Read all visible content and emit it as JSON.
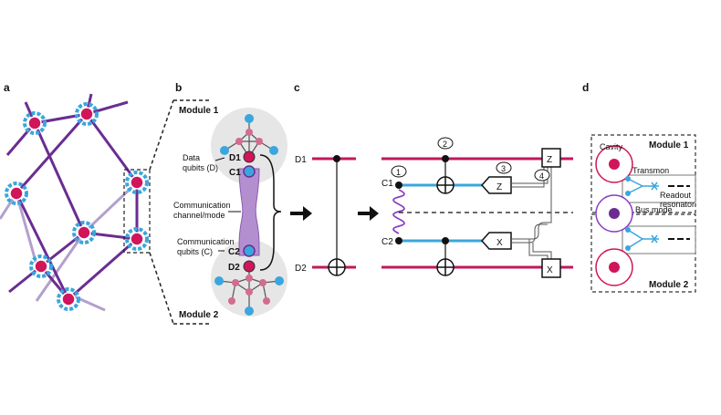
{
  "panels": {
    "a": "a",
    "b": "b",
    "c": "c",
    "d": "d"
  },
  "panel_b": {
    "module1": "Module 1",
    "module2": "Module 2",
    "data_qubits": [
      "Data",
      "qubits (D)"
    ],
    "comm_channel": [
      "Communication",
      "channel/mode"
    ],
    "comm_qubits": [
      "Communication",
      "qubits (C)"
    ],
    "d1": "D1",
    "c1": "C1",
    "c2": "C2",
    "d2": "D2"
  },
  "panel_c": {
    "d1": "D1",
    "d2": "D2",
    "c1": "C1",
    "c2": "C2",
    "steps": [
      "1",
      "2",
      "3",
      "4"
    ],
    "gates": {
      "z_mid": "Z",
      "x_mid": "X",
      "z_right": "Z",
      "x_right": "X"
    }
  },
  "panel_d": {
    "module1": "Module 1",
    "module2": "Module 2",
    "cavity": "Cavity",
    "transmon": "Transmon",
    "readout": [
      "Readout",
      "resonator"
    ],
    "bus_mode": "Bus mode"
  },
  "colors": {
    "magenta": "#d0155a",
    "purple": "#6a2d91",
    "light_purple": "#b3a0cc",
    "cyan": "#3aa6dd",
    "pink": "#d36b92"
  }
}
